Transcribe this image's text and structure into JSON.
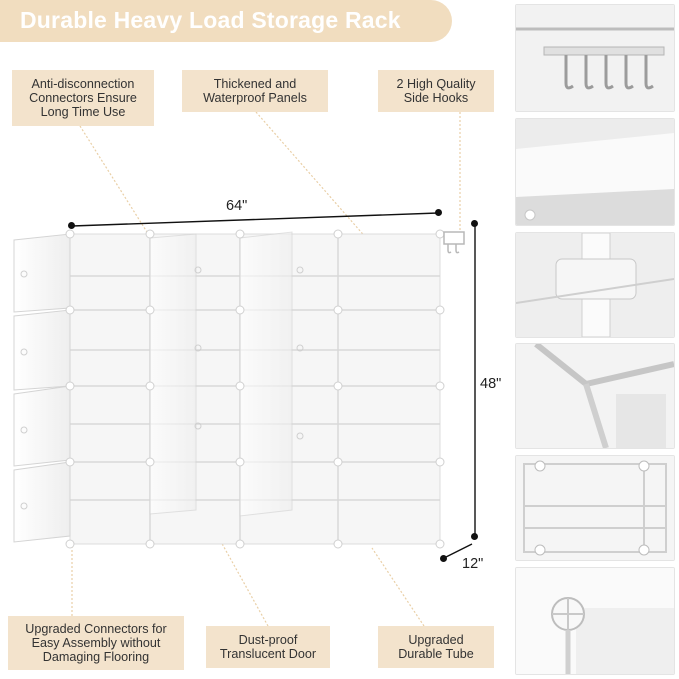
{
  "title": "Durable Heavy Load Storage Rack",
  "callouts": {
    "anti_disconnection": "Anti-disconnection\nConnectors Ensure\nLong Time Use",
    "panels": "Thickened and\nWaterproof Panels",
    "hooks": "2 High Quality\nSide Hooks",
    "connectors": "Upgraded Connectors for\nEasy Assembly without\nDamaging Flooring",
    "door": "Dust-proof\nTranslucent Door",
    "tube": "Upgraded\nDurable Tube"
  },
  "dimensions": {
    "width": "64\"",
    "height": "48\"",
    "depth": "12\""
  },
  "thumbnails": [
    {
      "subject": "side-hooks"
    },
    {
      "subject": "panel-close-up"
    },
    {
      "subject": "connector-close-up"
    },
    {
      "subject": "tube-joint-close-up"
    },
    {
      "subject": "cube-grid-close-up"
    },
    {
      "subject": "foot-connector-close-up"
    }
  ],
  "colors": {
    "banner": "#f1ddbf",
    "callout": "#f3e3cc",
    "leader": "#e9cfa6"
  }
}
